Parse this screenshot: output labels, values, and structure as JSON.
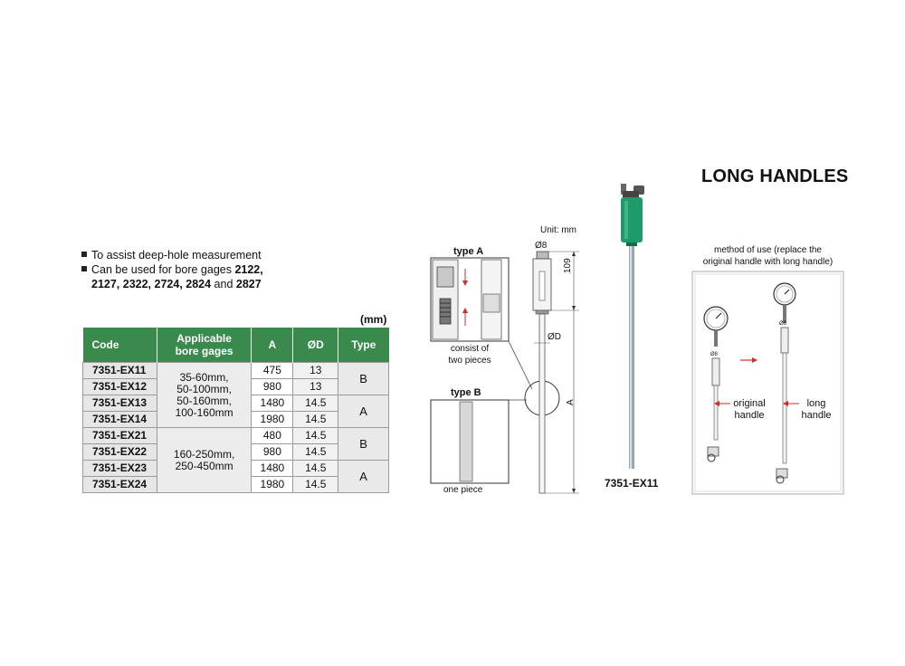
{
  "title": "LONG HANDLES",
  "bullets": {
    "line1": "To assist deep-hole measurement",
    "line2_prefix": "Can be used for bore gages ",
    "line2_bold": "2122,",
    "line3_bold_a": "2127, 2322, 2724, 2824",
    "line3_and": " and ",
    "line3_bold_b": "2827"
  },
  "unit_mm": "(mm)",
  "table": {
    "headers": {
      "code": "Code",
      "bores_1": "Applicable",
      "bores_2": "bore gages",
      "a": "A",
      "d": "ØD",
      "type": "Type"
    },
    "rows": [
      {
        "code": "7351-EX11",
        "a": "475",
        "d": "13"
      },
      {
        "code": "7351-EX12",
        "a": "980",
        "d": "13"
      },
      {
        "code": "7351-EX13",
        "a": "1480",
        "d": "14.5"
      },
      {
        "code": "7351-EX14",
        "a": "1980",
        "d": "14.5"
      },
      {
        "code": "7351-EX21",
        "a": "480",
        "d": "14.5"
      },
      {
        "code": "7351-EX22",
        "a": "980",
        "d": "14.5"
      },
      {
        "code": "7351-EX23",
        "a": "1480",
        "d": "14.5"
      },
      {
        "code": "7351-EX24",
        "a": "1980",
        "d": "14.5"
      }
    ],
    "bores_group1": [
      "35-60mm,",
      "50-100mm,",
      "50-160mm,",
      "100-160mm"
    ],
    "bores_group2": [
      "160-250mm,",
      "250-450mm"
    ],
    "types": [
      "B",
      "A",
      "B",
      "A"
    ]
  },
  "diagram": {
    "unit": "Unit: mm",
    "type_a": "type A",
    "type_b": "type B",
    "consist_1": "consist of",
    "consist_2": "two pieces",
    "one_piece": "one piece",
    "phi8": "Ø8",
    "dim_109": "109",
    "phid": "ØD",
    "dim_a": "A"
  },
  "product_model": "7351-EX11",
  "method": {
    "caption_1": "method of use (replace the",
    "caption_2": "original handle with long handle)",
    "orig_1": "original",
    "orig_2": "handle",
    "long_1": "long",
    "long_2": "handle",
    "phi8_small_a": "Ø8",
    "phi8_small_b": "Ø8"
  },
  "colors": {
    "header_green": "#3a8a4e",
    "handle_green": "#1f9a6a",
    "arrow_red": "#d62828"
  }
}
